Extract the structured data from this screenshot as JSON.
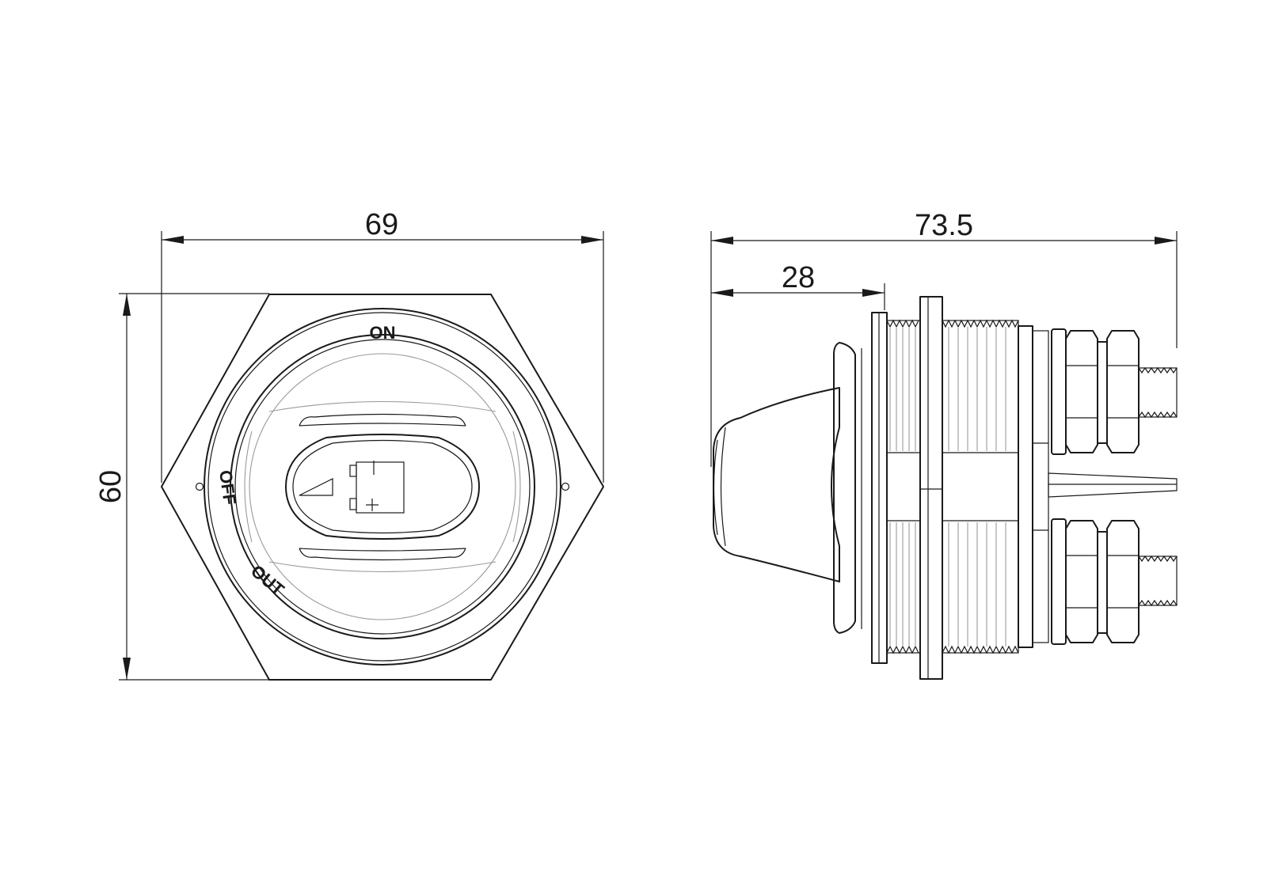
{
  "dimensions": {
    "front_width": "69",
    "front_height": "60",
    "side_length": "73.5",
    "side_knob_depth": "28"
  },
  "dial_labels": {
    "on": "ON",
    "off": "OFF",
    "out": "OUT"
  },
  "icons": {
    "battery": "battery-icon",
    "arrow": "triangle-arrow-icon"
  }
}
